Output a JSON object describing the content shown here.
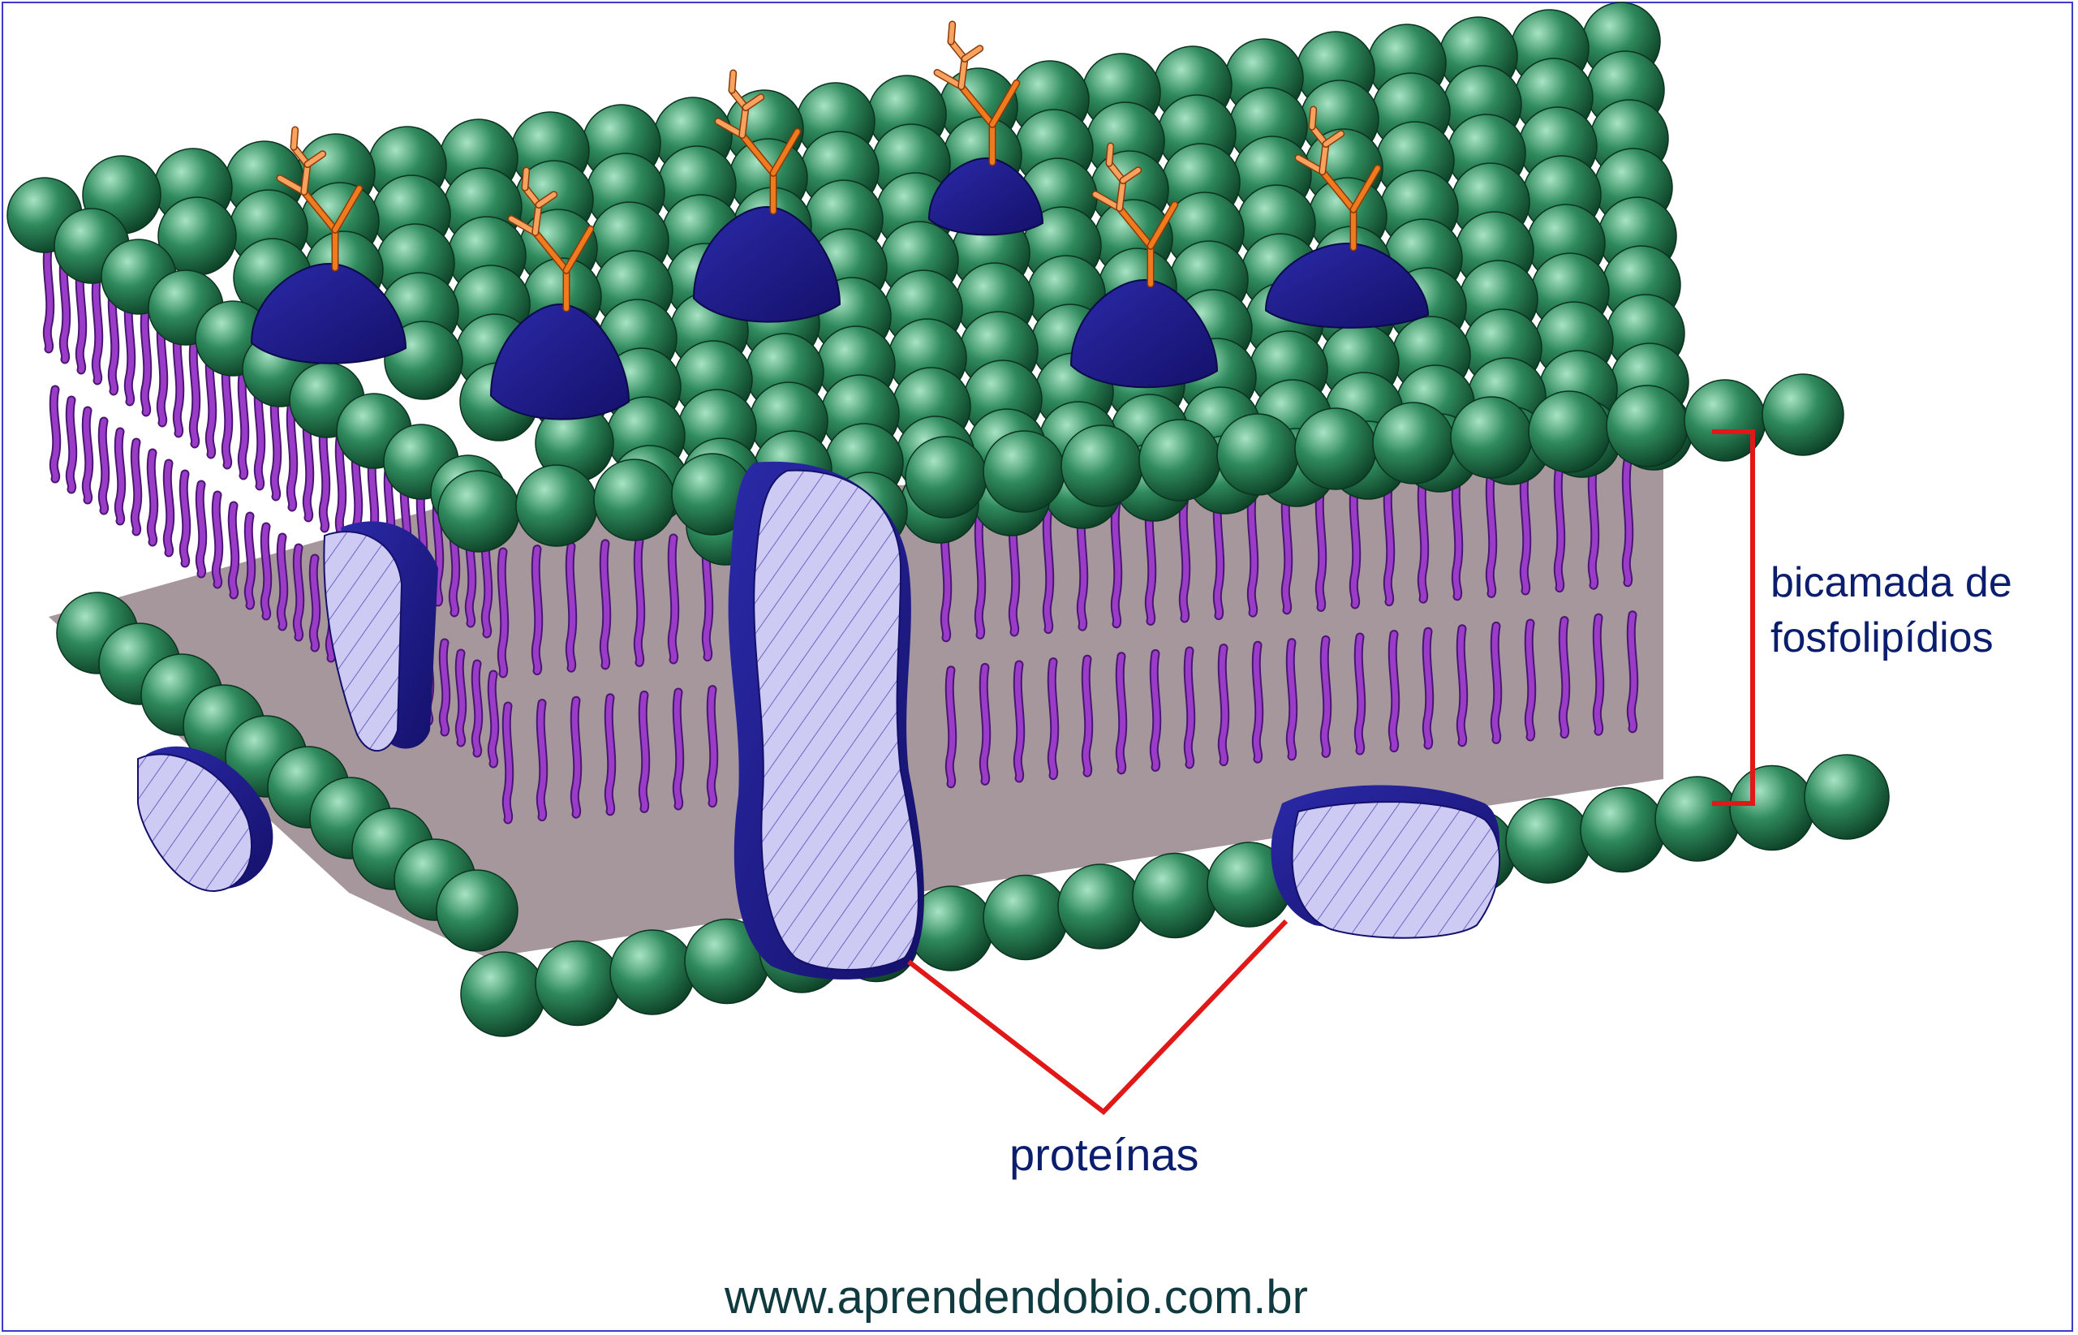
{
  "labels": {
    "bilayer_line1": "bicamada de",
    "bilayer_line2": "fosfolipídios",
    "proteins": "proteínas",
    "website": "www.aprendendobio.com.br"
  },
  "colors": {
    "head_light": "#8fd6b0",
    "head_mid": "#2f8a5d",
    "head_dark": "#0f4a2c",
    "tail": "#9b3cc8",
    "tail_outline": "#4a1672",
    "core": "#a6979d",
    "protein_dark": "#1e1a8a",
    "protein_light": "#c9c6f2",
    "glyco": "#f07a1e",
    "glyco_light": "#f7a35f",
    "bracket": "#e01818",
    "text": "#0b1e6e",
    "frame": "#3c3cc8"
  }
}
